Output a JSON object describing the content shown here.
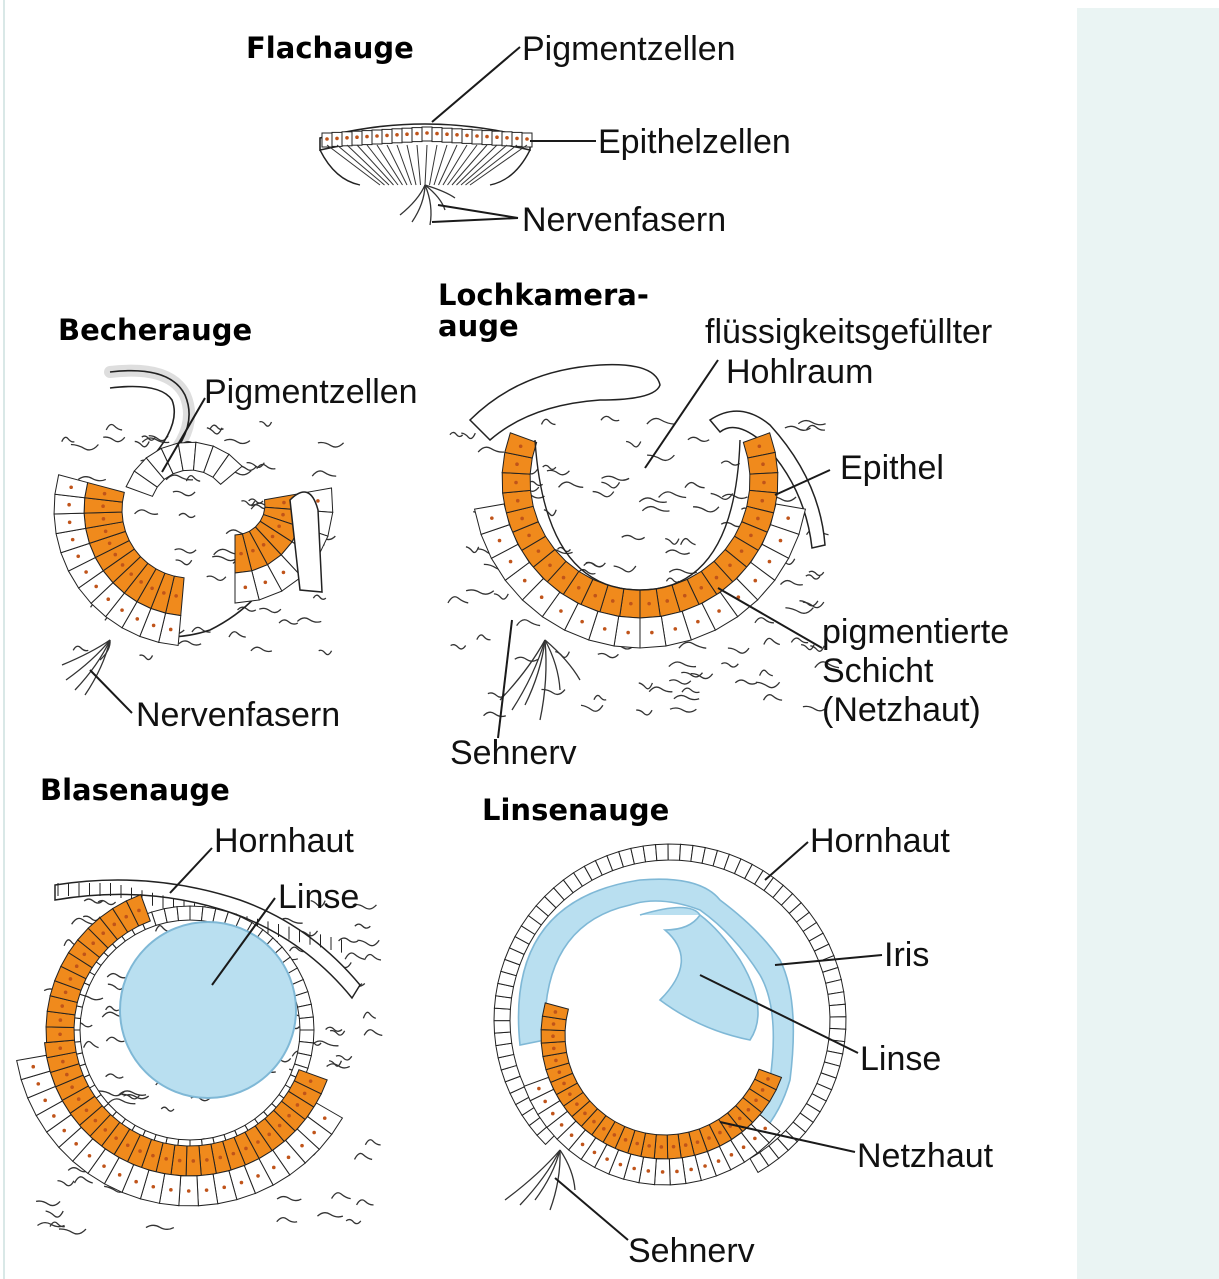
{
  "colors": {
    "pigment": "#f08a1c",
    "lens": "#b9dff0",
    "lens_edge": "#7fb8d6",
    "nucleus": "#c0541a",
    "side_panel": "#eaf4f3"
  },
  "panels": {
    "flachauge": {
      "title": "Flachauge",
      "labels": {
        "pigment": "Pigmentzellen",
        "epithel": "Epithelzellen",
        "nerven": "Nervenfasern"
      }
    },
    "becherauge": {
      "title": "Becherauge",
      "labels": {
        "pigment": "Pigmentzellen",
        "nerven": "Nervenfasern"
      }
    },
    "lochkamera": {
      "title_line1": "Lochkamera-",
      "title_line2": "auge",
      "labels": {
        "hohl_line1": "flüssigkeitsgefüllter",
        "hohl_line2": "Hohlraum",
        "epithel": "Epithel",
        "pig_line1": "pigmentierte",
        "pig_line2": "Schicht",
        "pig_line3": "(Netzhaut)",
        "sehnerv": "Sehnerv"
      }
    },
    "blasenauge": {
      "title": "Blasenauge",
      "labels": {
        "hornhaut": "Hornhaut",
        "linse": "Linse"
      }
    },
    "linsenauge": {
      "title": "Linsenauge",
      "labels": {
        "hornhaut": "Hornhaut",
        "iris": "Iris",
        "linse": "Linse",
        "netzhaut": "Netzhaut",
        "sehnerv": "Sehnerv"
      }
    }
  }
}
